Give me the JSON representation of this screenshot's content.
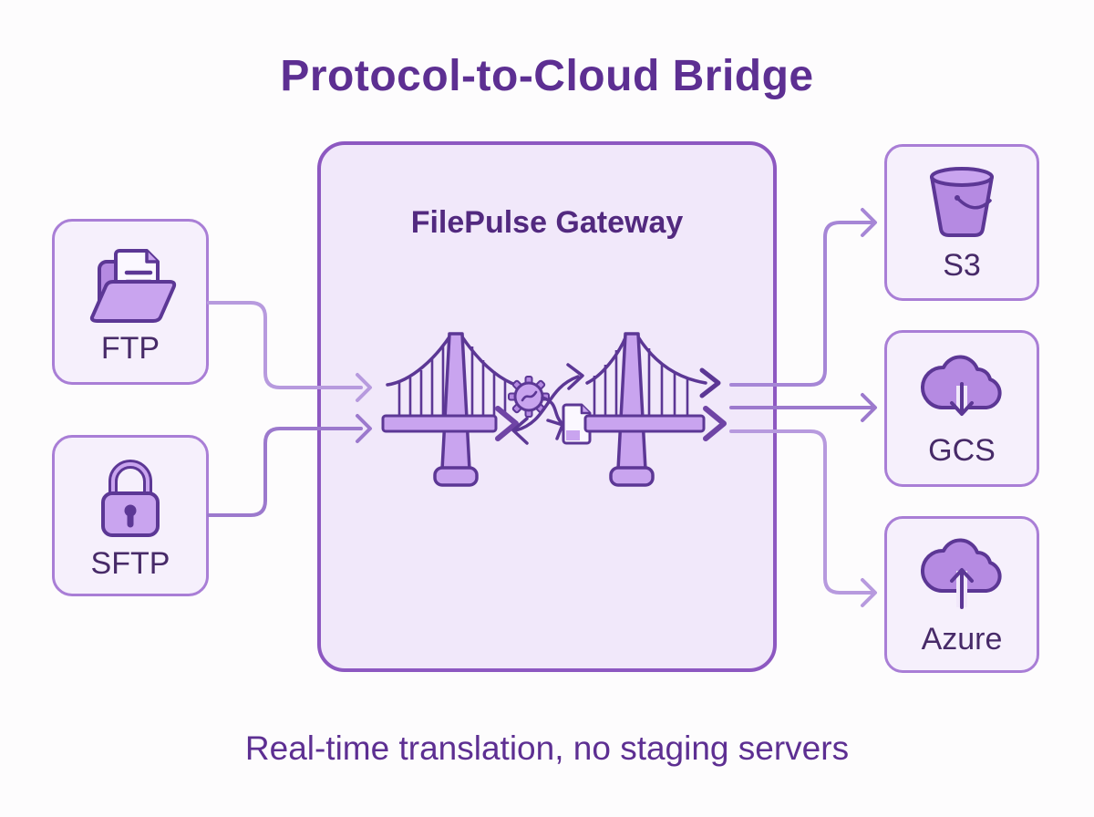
{
  "title": "Protocol-to-Cloud Bridge",
  "subtitle": "Real-time translation, no staging servers",
  "gateway": {
    "label": "FilePulse Gateway",
    "icon": "bridge-transform-illustration"
  },
  "sources": [
    {
      "id": "ftp",
      "label": "FTP",
      "icon": "folder-icon"
    },
    {
      "id": "sftp",
      "label": "SFTP",
      "icon": "lock-icon"
    }
  ],
  "destinations": [
    {
      "id": "s3",
      "label": "S3",
      "icon": "bucket-icon"
    },
    {
      "id": "gcs",
      "label": "GCS",
      "icon": "cloud-download-icon"
    },
    {
      "id": "azure",
      "label": "Azure",
      "icon": "cloud-upload-icon"
    }
  ],
  "connections": [
    {
      "from": "FTP",
      "to": "FilePulse Gateway"
    },
    {
      "from": "SFTP",
      "to": "FilePulse Gateway"
    },
    {
      "from": "FilePulse Gateway",
      "to": "S3"
    },
    {
      "from": "FilePulse Gateway",
      "to": "GCS"
    },
    {
      "from": "FilePulse Gateway",
      "to": "Azure"
    }
  ],
  "colors": {
    "bg": "#fdfcfd",
    "accent": "#8d58c1",
    "node-border": "#a97ed6",
    "gateway-fill": "#f1e8fa",
    "node-fill": "#f6f0fc",
    "line": "#a686d6",
    "line-light": "#b79ade",
    "line-dark": "#9c79cd",
    "ink": "#5c3795",
    "fill-mid": "#b58ae2",
    "fill-light": "#c9a4ef",
    "title-text": "#5d2f92",
    "label-text": "#472a68",
    "gateway-text": "#52297f"
  }
}
